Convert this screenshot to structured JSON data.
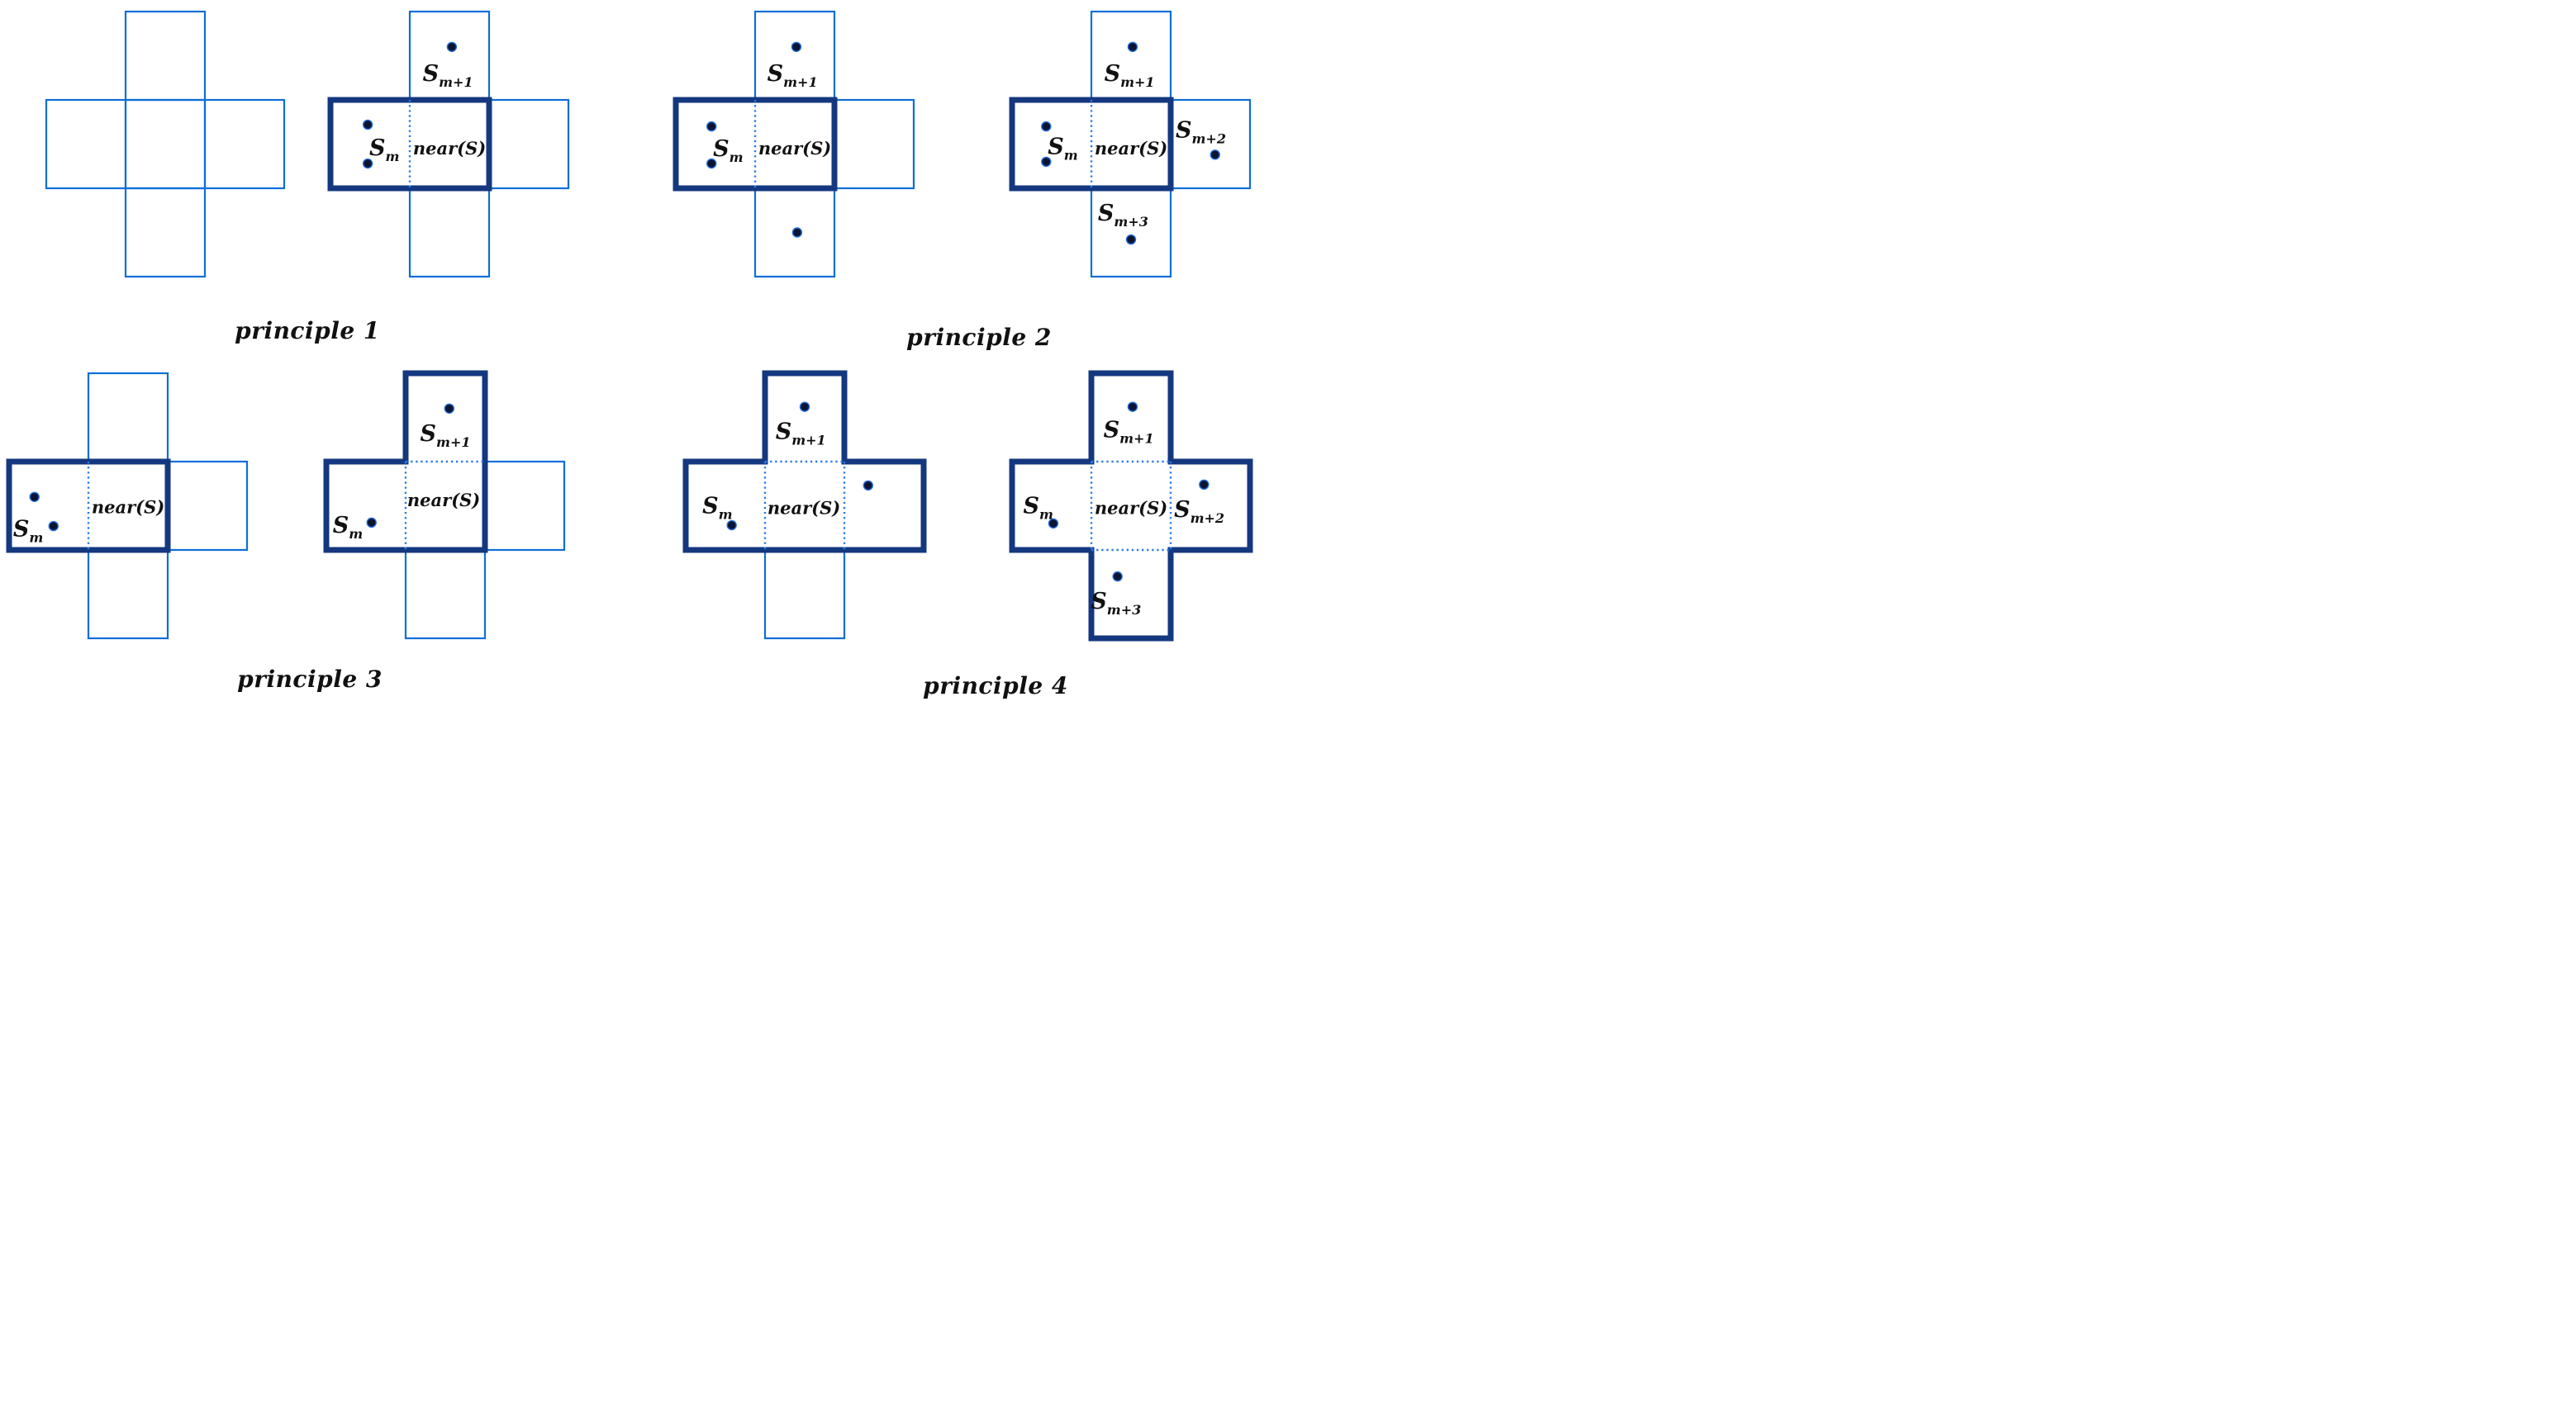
{
  "diagram_title": "near(S) neighborhood expansion principles",
  "colors": {
    "background": "#ffffff",
    "thin_line": "#0d6ed9",
    "bold_line": "#14387f",
    "dotted_line": "#2a7ae8",
    "dot_fill": "#0a1434",
    "dot_ring": "#2470dd",
    "text": "#111111"
  },
  "captions": [
    {
      "text": "principle 1"
    },
    {
      "text": "principle 2"
    },
    {
      "text": "principle 3"
    },
    {
      "text": "principle 4"
    }
  ],
  "figures": [
    {
      "id": "principle1-left",
      "bold_region": "none",
      "dotted_edges": [],
      "dots": [],
      "labels": []
    },
    {
      "id": "principle1-right",
      "bold_region": "domino",
      "dotted_edges": [
        "lc"
      ],
      "dots": [
        {
          "cell": "top",
          "fx": 0.53,
          "fy": 0.4
        },
        {
          "cell": "left",
          "fx": 0.47,
          "fy": 0.28
        },
        {
          "cell": "left",
          "fx": 0.47,
          "fy": 0.72
        }
      ],
      "labels": [
        {
          "cell": "top",
          "fx": 0.48,
          "fy": 0.7,
          "base": "S",
          "sub": "m+1"
        },
        {
          "cell": "left",
          "fx": 0.68,
          "fy": 0.54,
          "base": "S",
          "sub": "m"
        },
        {
          "cell": "center",
          "fx": 0.5,
          "fy": 0.55,
          "base": "near(S)",
          "sub": ""
        }
      ]
    },
    {
      "id": "principle2-left",
      "bold_region": "domino",
      "dotted_edges": [
        "lc"
      ],
      "dots": [
        {
          "cell": "top",
          "fx": 0.52,
          "fy": 0.4
        },
        {
          "cell": "left",
          "fx": 0.45,
          "fy": 0.3
        },
        {
          "cell": "left",
          "fx": 0.45,
          "fy": 0.72
        },
        {
          "cell": "bottom",
          "fx": 0.53,
          "fy": 0.5
        }
      ],
      "labels": [
        {
          "cell": "top",
          "fx": 0.47,
          "fy": 0.7,
          "base": "S",
          "sub": "m+1"
        },
        {
          "cell": "left",
          "fx": 0.66,
          "fy": 0.55,
          "base": "S",
          "sub": "m"
        },
        {
          "cell": "center",
          "fx": 0.5,
          "fy": 0.55,
          "base": "near(S)",
          "sub": ""
        }
      ]
    },
    {
      "id": "principle2-right",
      "bold_region": "domino",
      "dotted_edges": [
        "lc"
      ],
      "dots": [
        {
          "cell": "top",
          "fx": 0.52,
          "fy": 0.4
        },
        {
          "cell": "left",
          "fx": 0.43,
          "fy": 0.3
        },
        {
          "cell": "left",
          "fx": 0.43,
          "fy": 0.7
        },
        {
          "cell": "right",
          "fx": 0.56,
          "fy": 0.62
        },
        {
          "cell": "bottom",
          "fx": 0.5,
          "fy": 0.58
        }
      ],
      "labels": [
        {
          "cell": "top",
          "fx": 0.48,
          "fy": 0.7,
          "base": "S",
          "sub": "m+1"
        },
        {
          "cell": "left",
          "fx": 0.64,
          "fy": 0.53,
          "base": "S",
          "sub": "m"
        },
        {
          "cell": "center",
          "fx": 0.5,
          "fy": 0.55,
          "base": "near(S)",
          "sub": ""
        },
        {
          "cell": "right",
          "fx": 0.38,
          "fy": 0.34,
          "base": "S",
          "sub": "m+2"
        },
        {
          "cell": "bottom",
          "fx": 0.4,
          "fy": 0.28,
          "base": "S",
          "sub": "m+3"
        }
      ]
    },
    {
      "id": "principle3-left",
      "bold_region": "domino",
      "dotted_edges": [
        "lc"
      ],
      "dots": [
        {
          "cell": "left",
          "fx": 0.32,
          "fy": 0.4
        },
        {
          "cell": "left",
          "fx": 0.56,
          "fy": 0.73
        }
      ],
      "labels": [
        {
          "cell": "left",
          "fx": 0.24,
          "fy": 0.76,
          "base": "S",
          "sub": "m"
        },
        {
          "cell": "center",
          "fx": 0.5,
          "fy": 0.52,
          "base": "near(S)",
          "sub": ""
        }
      ]
    },
    {
      "id": "principle3-right",
      "bold_region": "L",
      "dotted_edges": [
        "lc",
        "tc"
      ],
      "dots": [
        {
          "cell": "top",
          "fx": 0.55,
          "fy": 0.4
        },
        {
          "cell": "left",
          "fx": 0.57,
          "fy": 0.69
        }
      ],
      "labels": [
        {
          "cell": "top",
          "fx": 0.5,
          "fy": 0.68,
          "base": "S",
          "sub": "m+1"
        },
        {
          "cell": "left",
          "fx": 0.27,
          "fy": 0.72,
          "base": "S",
          "sub": "m"
        },
        {
          "cell": "center",
          "fx": 0.48,
          "fy": 0.44,
          "base": "near(S)",
          "sub": ""
        }
      ]
    },
    {
      "id": "principle4-left",
      "bold_region": "T",
      "dotted_edges": [
        "lc",
        "tc",
        "cr"
      ],
      "dots": [
        {
          "cell": "top",
          "fx": 0.5,
          "fy": 0.38
        },
        {
          "cell": "left",
          "fx": 0.58,
          "fy": 0.72
        },
        {
          "cell": "right",
          "fx": 0.3,
          "fy": 0.27
        }
      ],
      "labels": [
        {
          "cell": "top",
          "fx": 0.45,
          "fy": 0.66,
          "base": "S",
          "sub": "m+1"
        },
        {
          "cell": "left",
          "fx": 0.4,
          "fy": 0.5,
          "base": "S",
          "sub": "m"
        },
        {
          "cell": "center",
          "fx": 0.49,
          "fy": 0.53,
          "base": "near(S)",
          "sub": ""
        }
      ]
    },
    {
      "id": "principle4-right",
      "bold_region": "plus",
      "dotted_edges": [
        "lc",
        "tc",
        "cr",
        "cb"
      ],
      "dots": [
        {
          "cell": "top",
          "fx": 0.52,
          "fy": 0.38
        },
        {
          "cell": "left",
          "fx": 0.52,
          "fy": 0.7
        },
        {
          "cell": "right",
          "fx": 0.42,
          "fy": 0.26
        },
        {
          "cell": "bottom",
          "fx": 0.33,
          "fy": 0.3
        }
      ],
      "labels": [
        {
          "cell": "top",
          "fx": 0.47,
          "fy": 0.64,
          "base": "S",
          "sub": "m+1"
        },
        {
          "cell": "left",
          "fx": 0.33,
          "fy": 0.5,
          "base": "S",
          "sub": "m"
        },
        {
          "cell": "center",
          "fx": 0.5,
          "fy": 0.53,
          "base": "near(S)",
          "sub": ""
        },
        {
          "cell": "right",
          "fx": 0.36,
          "fy": 0.54,
          "base": "S",
          "sub": "m+2"
        },
        {
          "cell": "bottom",
          "fx": 0.31,
          "fy": 0.58,
          "base": "S",
          "sub": "m+3"
        }
      ]
    }
  ]
}
